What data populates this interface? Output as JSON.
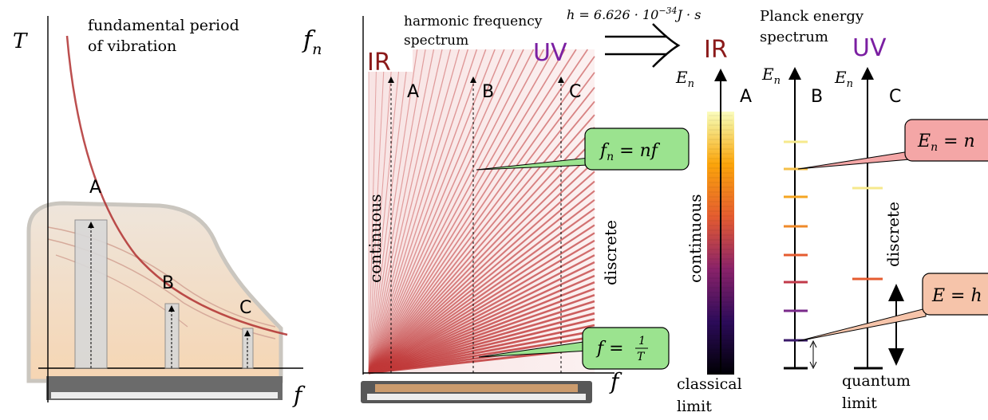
{
  "panel1": {
    "y_axis_label": "T",
    "x_axis_label": "f",
    "caption_line1": "fundamental period",
    "caption_line2": "of vibration",
    "points": [
      "A",
      "B",
      "C"
    ]
  },
  "panel2": {
    "y_axis_label": "f",
    "y_axis_sub": "n",
    "x_axis_label": "f",
    "caption_line1": "harmonic frequency",
    "caption_line2": "spectrum",
    "ir_label": "IR",
    "uv_label": "UV",
    "points": [
      "A",
      "B",
      "C"
    ],
    "continuous_label": "continuous",
    "discrete_label": "discrete",
    "callout_harmonic": "f_n = nf",
    "callout_fundamental": "f = 1/T"
  },
  "planck": {
    "formula": "h = 6.626 · 10^{-34} J · s",
    "caption_line1": "Planck energy",
    "caption_line2": "spectrum"
  },
  "panel3": {
    "ir_label": "IR",
    "uv_label": "UV",
    "energy_axis_label": "E",
    "energy_axis_sub": "n",
    "points": [
      "A",
      "B",
      "C"
    ],
    "continuous_label": "continuous",
    "discrete_label": "discrete",
    "classical_line1": "classical",
    "classical_line2": "limit",
    "quantum_line1": "quantum",
    "quantum_line2": "limit",
    "callout_energy": "E_n = n",
    "callout_quantum": "E = h"
  },
  "colors": {
    "ir": "#8b1a1a",
    "uv": "#7b1fa2",
    "callout_green": "#9be38f",
    "callout_red": "#f4a6a6",
    "curve": "#b03030"
  }
}
